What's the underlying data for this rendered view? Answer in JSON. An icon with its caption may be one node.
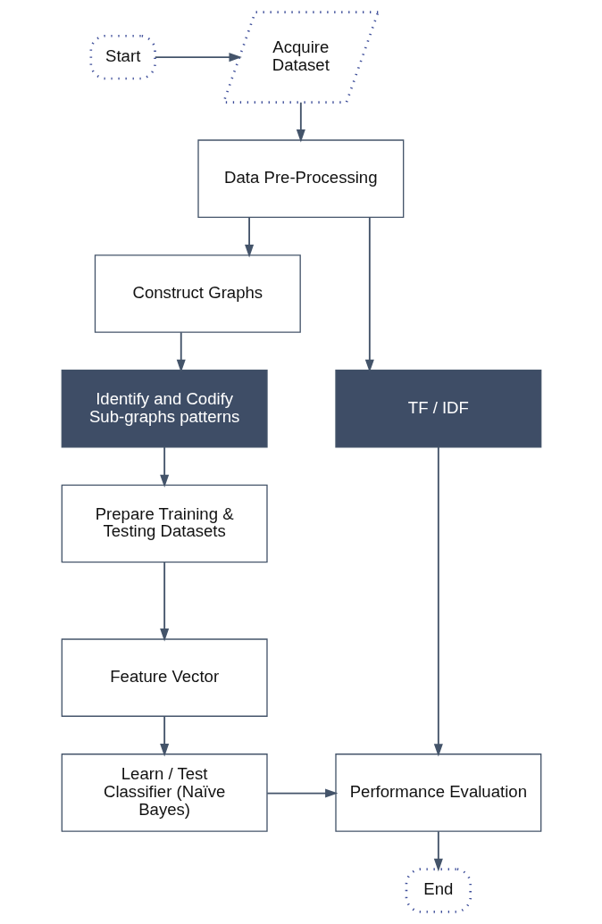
{
  "diagram": {
    "nodes": [
      {
        "text": [
          "Start"
        ]
      },
      {
        "text": [
          "Acquire Dataset"
        ]
      },
      {
        "text": [
          "Data Pre-Processing"
        ]
      },
      {
        "text": [
          "Construct Graphs"
        ]
      },
      {
        "text": [
          "Identify and Codify Sub-graphs patterns"
        ]
      },
      {
        "text": [
          "TF / IDF"
        ]
      },
      {
        "text": [
          "Prepare Training & Testing Datasets"
        ]
      },
      {
        "text": [
          "Feature Vector"
        ]
      },
      {
        "text": [
          "Learn / Test Classifier (Naïve Bayes)"
        ]
      },
      {
        "text": [
          "Performance Evaluation"
        ]
      },
      {
        "text": [
          "End"
        ]
      }
    ],
    "edges": [
      {
        "from": 0,
        "to": 1,
        "arrow": "to"
      },
      {
        "from": 1,
        "to": 2,
        "arrow": "to"
      },
      {
        "from": 2,
        "to": 3,
        "arrow": "to"
      },
      {
        "from": 2,
        "to": 5,
        "arrow": "to"
      },
      {
        "from": 3,
        "to": 4,
        "arrow": "to"
      },
      {
        "from": 4,
        "to": 6,
        "arrow": "to"
      },
      {
        "from": 6,
        "to": 7,
        "arrow": "to"
      },
      {
        "from": 7,
        "to": 8,
        "arrow": "to"
      },
      {
        "from": 8,
        "to": 9,
        "arrow": "to"
      },
      {
        "from": 5,
        "to": 9,
        "arrow": "to"
      },
      {
        "from": 9,
        "to": 10,
        "arrow": "to"
      }
    ]
  }
}
